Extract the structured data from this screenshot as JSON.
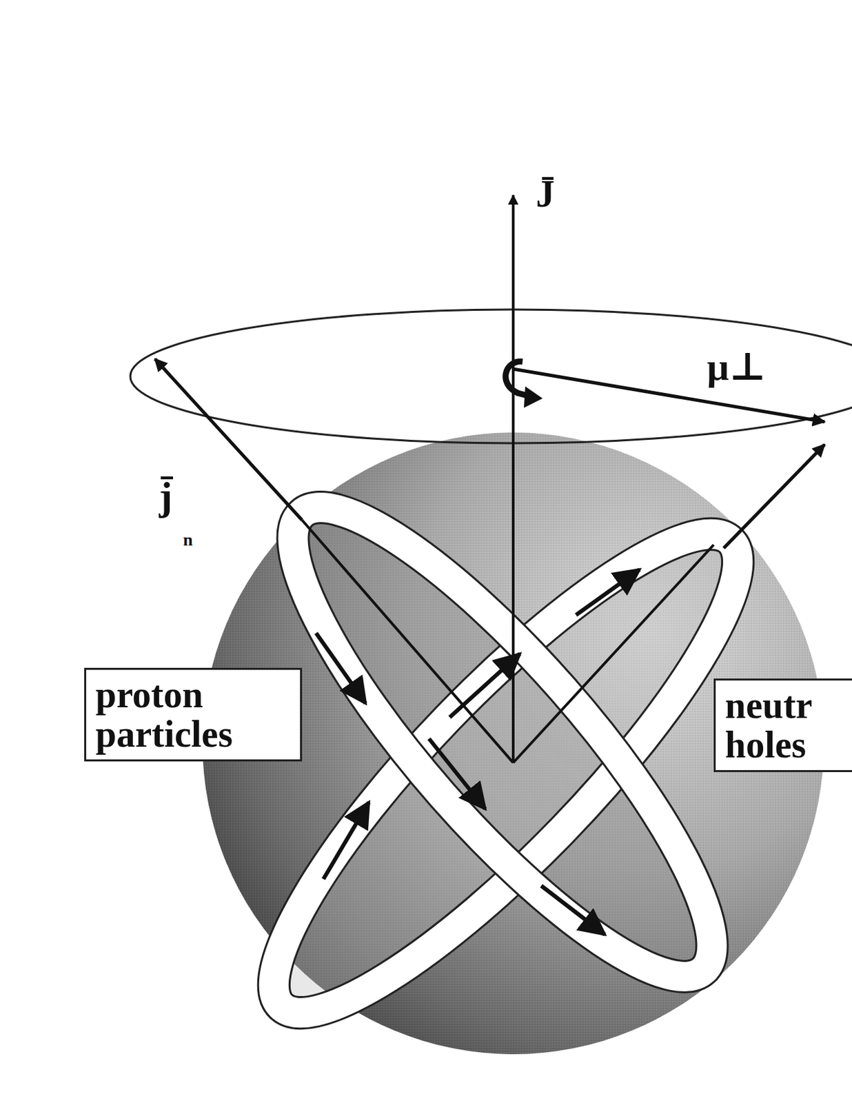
{
  "diagram": {
    "nodes": [
      {
        "text": [
          "proton particles"
        ]
      },
      {
        "text": [
          "neutr holes"
        ]
      }
    ],
    "labels": [
      "J̄",
      "μ⊥",
      "j̄",
      "n"
    ]
  }
}
